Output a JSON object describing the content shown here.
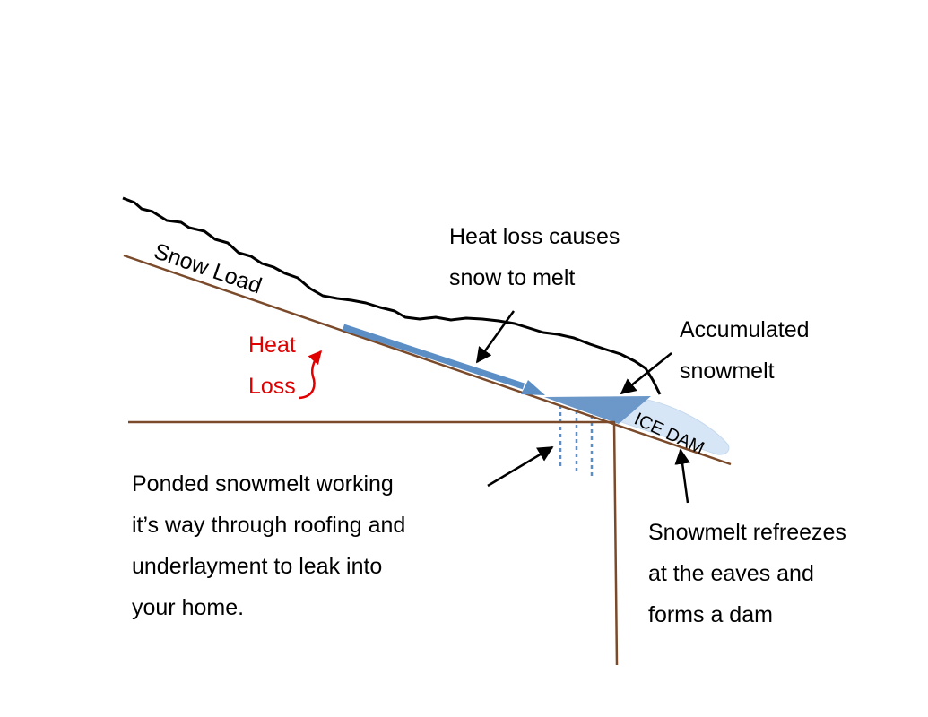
{
  "labels": {
    "snow_load": "Snow Load",
    "ice_dam": "ICE DAM",
    "heat_loss": [
      "Heat",
      "Loss"
    ]
  },
  "callouts": {
    "heat_loss_causes_melt": [
      "Heat loss causes",
      "snow to melt"
    ],
    "accumulated_snowmelt": [
      "Accumulated",
      "snowmelt"
    ],
    "ponded_snowmelt": [
      "Ponded snowmelt working",
      "it’s way through roofing and",
      "underlayment to leak into",
      "your home."
    ],
    "snowmelt_refreezes": [
      "Snowmelt refreezes",
      "at the eaves and",
      "forms a dam"
    ]
  },
  "colors": {
    "roof_line": "#7a4a2a",
    "snow_outline": "#000000",
    "meltwater_arrow": "#5b8ec4",
    "accumulated_melt": "#6b98c9",
    "ice_dam_fill": "#d7e6f6",
    "leak_drips": "#5b8ec4",
    "heat_loss_text": "#e00000"
  }
}
